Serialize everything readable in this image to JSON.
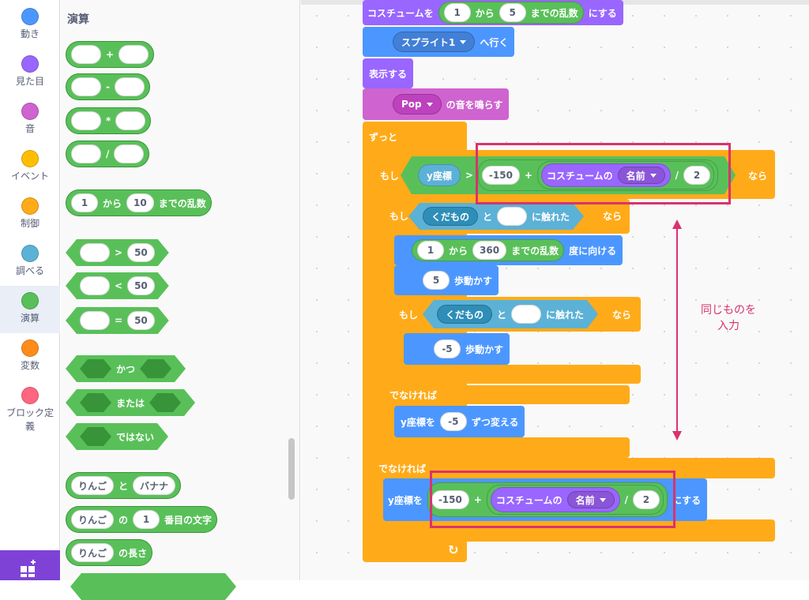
{
  "categories": [
    {
      "label": "動き",
      "color": "#4c97ff"
    },
    {
      "label": "見た目",
      "color": "#9966ff"
    },
    {
      "label": "音",
      "color": "#cf63cf"
    },
    {
      "label": "イベント",
      "color": "#ffbf00"
    },
    {
      "label": "制御",
      "color": "#ffab19"
    },
    {
      "label": "調べる",
      "color": "#5cb1d6"
    },
    {
      "label": "演算",
      "color": "#59c059",
      "selected": true
    },
    {
      "label": "変数",
      "color": "#ff8c1a"
    },
    {
      "label": "ブロック定義",
      "color": "#ff6680"
    }
  ],
  "extension_button": {
    "icon": "add-extension-icon"
  },
  "palette": {
    "heading": "演算",
    "add": "+",
    "subtract": "-",
    "multiply": "*",
    "divide": "/",
    "random": {
      "from_value": "1",
      "from_label": "から",
      "to_value": "10",
      "to_label": "までの乱数"
    },
    "gt": {
      "op": ">",
      "value": "50"
    },
    "lt": {
      "op": "<",
      "value": "50"
    },
    "eq": {
      "op": "=",
      "value": "50"
    },
    "and_label": "かつ",
    "or_label": "または",
    "not_label": "ではない",
    "join": {
      "a": "りんご",
      "and": "と",
      "b": "バナナ"
    },
    "letter": {
      "str": "りんご",
      "of": "の",
      "index": "1",
      "tail": "番目の文字"
    },
    "length": {
      "str": "りんご",
      "tail": "の長さ"
    }
  },
  "script": {
    "costume_random": {
      "prefix": "コスチュームを",
      "from_value": "1",
      "from_label": "から",
      "to_value": "5",
      "to_label": "までの乱数",
      "suffix": "にする"
    },
    "goto": {
      "target": "スプライト1",
      "suffix": "へ行く"
    },
    "show": "表示する",
    "play_sound": {
      "sound": "Pop",
      "suffix": "の音を鳴らす"
    },
    "forever": "ずっと",
    "if1": {
      "if_label": "もし",
      "reporter": "y座標",
      "op": ">",
      "value": "-150",
      "plus": "+",
      "costume_of": "コスチュームの",
      "name_dropdown": "名前",
      "div": "/",
      "divisor": "2",
      "then_label": "なら"
    },
    "if2": {
      "if_label": "もし",
      "object": "くだもの",
      "and": "と",
      "touching": "に触れた",
      "then_label": "なら"
    },
    "point_dir": {
      "from_value": "1",
      "from_label": "から",
      "to_value": "360",
      "to_label": "までの乱数",
      "suffix": "度に向ける"
    },
    "move1": {
      "steps": "5",
      "suffix": "歩動かす"
    },
    "if3": {
      "if_label": "もし",
      "object": "くだもの",
      "and": "と",
      "touching": "に触れた",
      "then_label": "なら"
    },
    "move2": {
      "steps": "-5",
      "suffix": "歩動かす"
    },
    "else1": "でなければ",
    "change_y": {
      "prefix": "y座標を",
      "value": "-5",
      "suffix": "ずつ変える"
    },
    "else2": "でなければ",
    "set_y": {
      "prefix": "y座標を",
      "value": "-150",
      "plus": "+",
      "costume_of": "コスチュームの",
      "name_dropdown": "名前",
      "div": "/",
      "divisor": "2",
      "suffix": "にする"
    },
    "loop_arrow": "↻"
  },
  "annotation": {
    "text_line1": "同じものを",
    "text_line2": "入力",
    "color": "#d8336f"
  }
}
